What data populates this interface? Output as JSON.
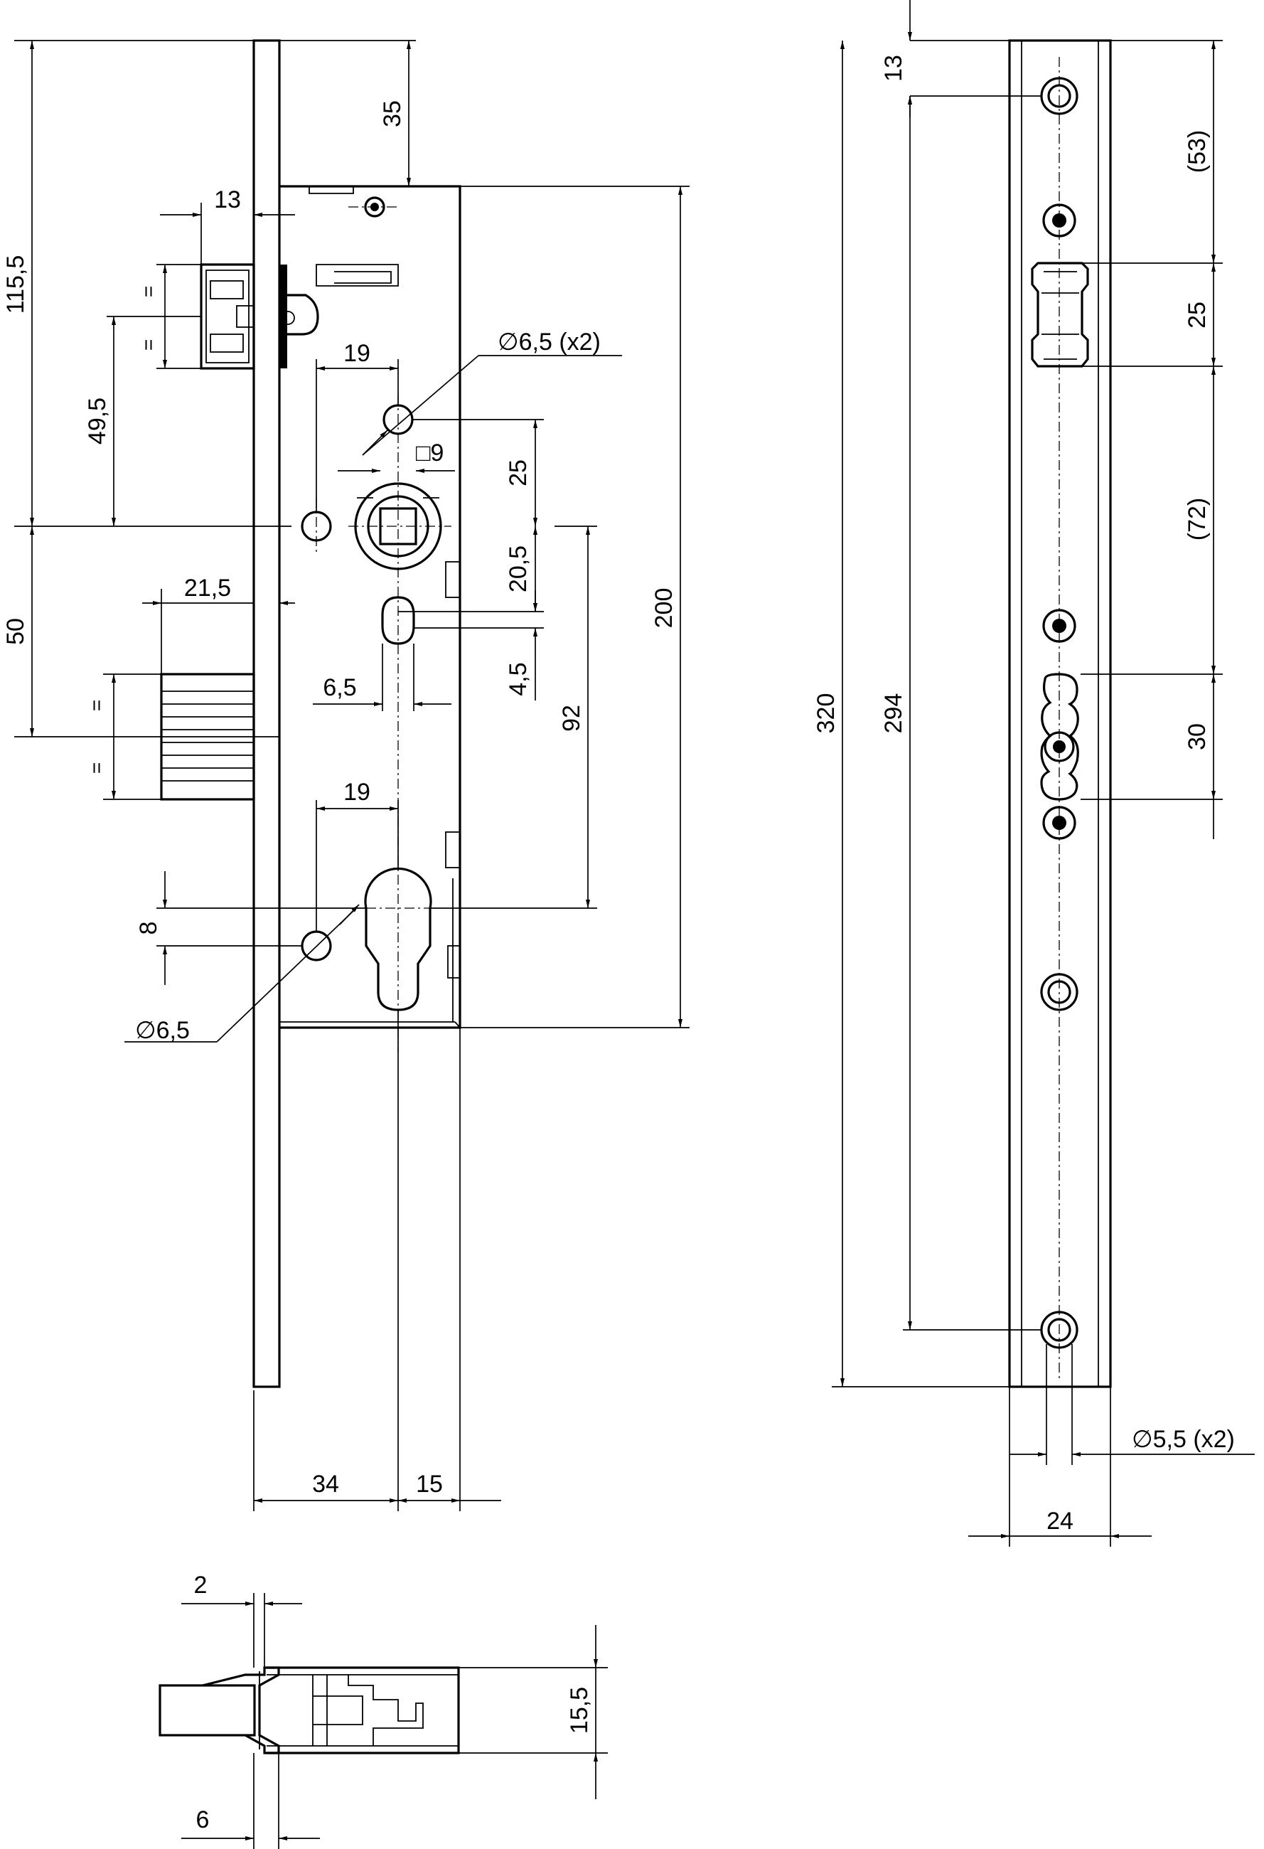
{
  "dims": {
    "d_115_5": "115,5",
    "d_35": "35",
    "d_13_latch": "13",
    "d_49_5": "49,5",
    "d_19_top": "19",
    "d_phi65x2": "∅6,5 (x2)",
    "d_sq9": "□9",
    "d_25_spindle": "25",
    "d_200": "200",
    "d_20_5": "20,5",
    "d_21_5": "21,5",
    "d_50": "50",
    "d_4_5": "4,5",
    "d_6_5": "6,5",
    "d_92": "92",
    "d_19_bottom": "19",
    "d_8": "8",
    "d_phi65": "∅6,5",
    "d_34": "34",
    "d_15": "15",
    "d_eq1": "=",
    "d_eq2": "=",
    "d_eq3": "=",
    "d_eq4": "=",
    "d_13_face": "13",
    "d_53": "(53)",
    "d_25_face": "25",
    "d_72": "(72)",
    "d_30": "30",
    "d_320": "320",
    "d_294": "294",
    "d_phi55x2": "∅5,5 (x2)",
    "d_24": "24",
    "d_2": "2",
    "d_6": "6",
    "d_15_5": "15,5"
  }
}
